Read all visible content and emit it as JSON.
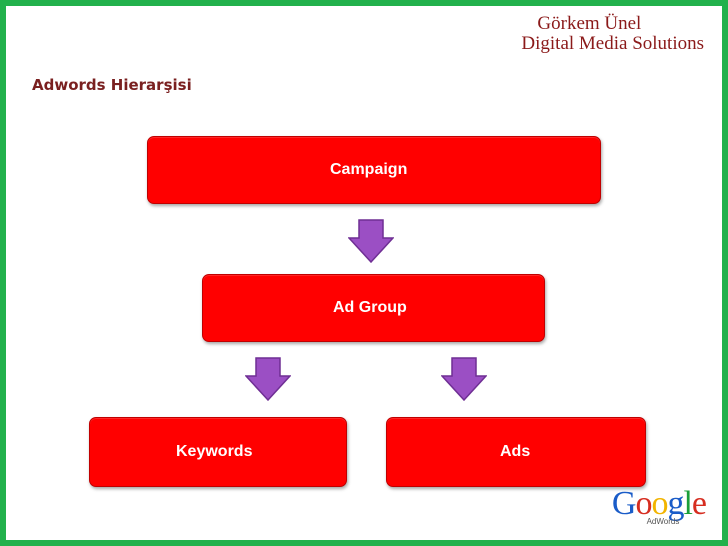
{
  "brand": {
    "name": "Görkem Ünel",
    "subtitle": "Digital Media Solutions"
  },
  "slide_title": "Adwords Hierarşisi",
  "nodes": {
    "campaign": "Campaign",
    "ad_group": "Ad Group",
    "keywords": "Keywords",
    "ads": "Ads"
  },
  "logo": {
    "letters": [
      "G",
      "o",
      "o",
      "g",
      "l",
      "e"
    ],
    "letter_colors": [
      "#1a5cc8",
      "#d62d20",
      "#f2b400",
      "#1a5cc8",
      "#1a9f3a",
      "#d62d20"
    ],
    "product": "AdWords"
  },
  "colors": {
    "frame": "#22b14c",
    "box_fill": "#ff0000",
    "arrow_fill": "#9b4fc4",
    "brand_text": "#8b1a1a",
    "title_text": "#7a2020"
  }
}
